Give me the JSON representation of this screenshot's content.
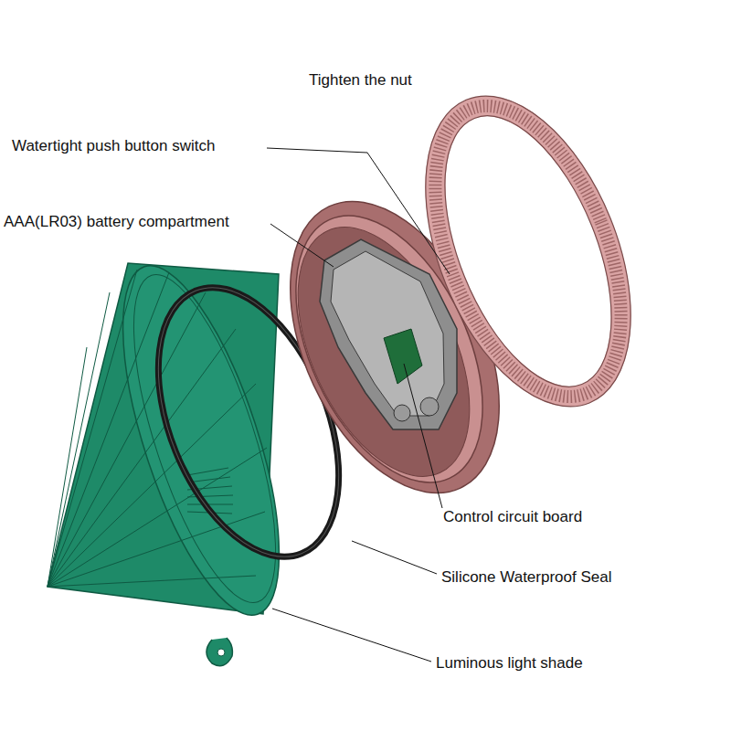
{
  "diagram": {
    "labels": [
      "Tighten the nut",
      "Watertight push button switch",
      "AAA(LR03) battery compartment",
      "Control circuit board",
      "Silicone Waterproof Seal",
      "Luminous light shade"
    ]
  }
}
